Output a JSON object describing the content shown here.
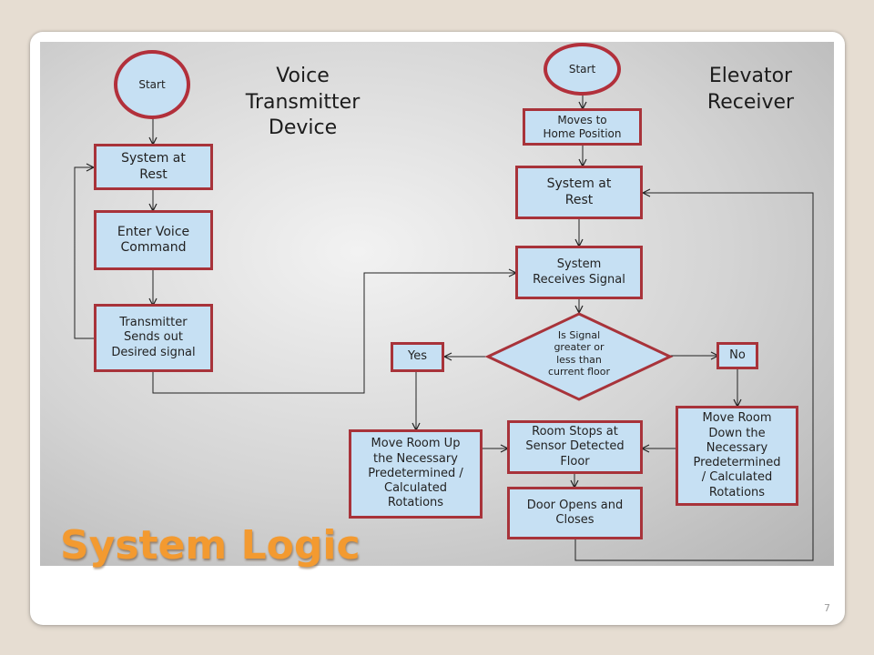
{
  "slide": {
    "title": "System Logic",
    "page_number": "7"
  },
  "transmitter": {
    "heading": "Voice\nTransmitter\nDevice",
    "start": "Start",
    "rest": "System at\nRest",
    "enter": "Enter Voice\nCommand",
    "sends": "Transmitter\nSends out\nDesired signal"
  },
  "receiver": {
    "heading": "Elevator\nReceiver",
    "start": "Start",
    "home": "Moves to\nHome Position",
    "rest": "System at\nRest",
    "receives": "System\nReceives Signal",
    "decision": "Is Signal\ngreater or\nless than\ncurrent floor",
    "yes": "Yes",
    "no": "No",
    "up": "Move Room Up\nthe Necessary\nPredetermined /\nCalculated\nRotations",
    "down": "Move Room\nDown the\nNecessary\nPredetermined\n/ Calculated\nRotations",
    "stops": "Room Stops at\nSensor Detected\nFloor",
    "door": "Door Opens and\nCloses"
  },
  "colors": {
    "box_fill": "#c6e0f3",
    "box_border": "#a8333a",
    "title_color": "#f39a30"
  }
}
